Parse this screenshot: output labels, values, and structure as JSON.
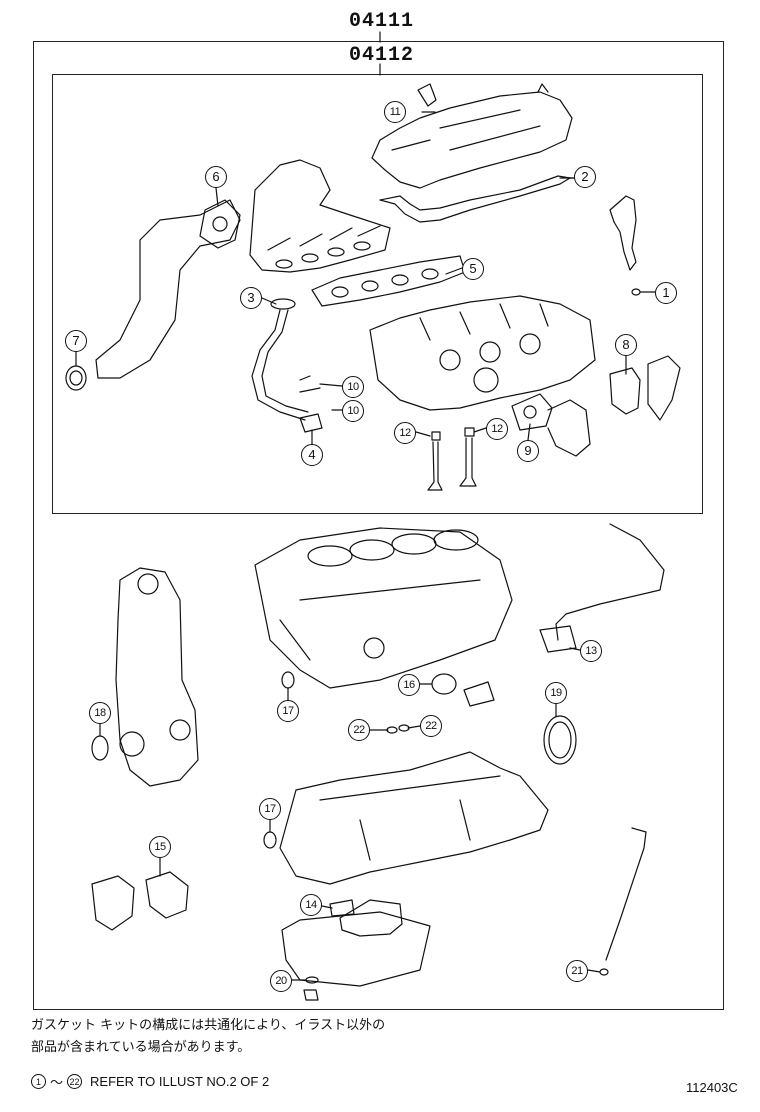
{
  "header": {
    "outer_code": "04111",
    "inner_code": "04112"
  },
  "callouts": [
    {
      "num": "1"
    },
    {
      "num": "2"
    },
    {
      "num": "3"
    },
    {
      "num": "4"
    },
    {
      "num": "5"
    },
    {
      "num": "6"
    },
    {
      "num": "7"
    },
    {
      "num": "8"
    },
    {
      "num": "9"
    },
    {
      "num": "10"
    },
    {
      "num": "10"
    },
    {
      "num": "11"
    },
    {
      "num": "12"
    },
    {
      "num": "12"
    },
    {
      "num": "13"
    },
    {
      "num": "14"
    },
    {
      "num": "15"
    },
    {
      "num": "16"
    },
    {
      "num": "17"
    },
    {
      "num": "17"
    },
    {
      "num": "18"
    },
    {
      "num": "19"
    },
    {
      "num": "20"
    },
    {
      "num": "21"
    },
    {
      "num": "22"
    },
    {
      "num": "22"
    }
  ],
  "notes": {
    "line1": "ガスケット キットの構成には共通化により、イラスト以外の",
    "line2": "部品が含まれている場合があります。",
    "refer_from": "1",
    "refer_tilde": "〜",
    "refer_to": "22",
    "refer_text": "REFER TO ILLUST NO.2 OF 2"
  },
  "illustration_code": "112403C"
}
